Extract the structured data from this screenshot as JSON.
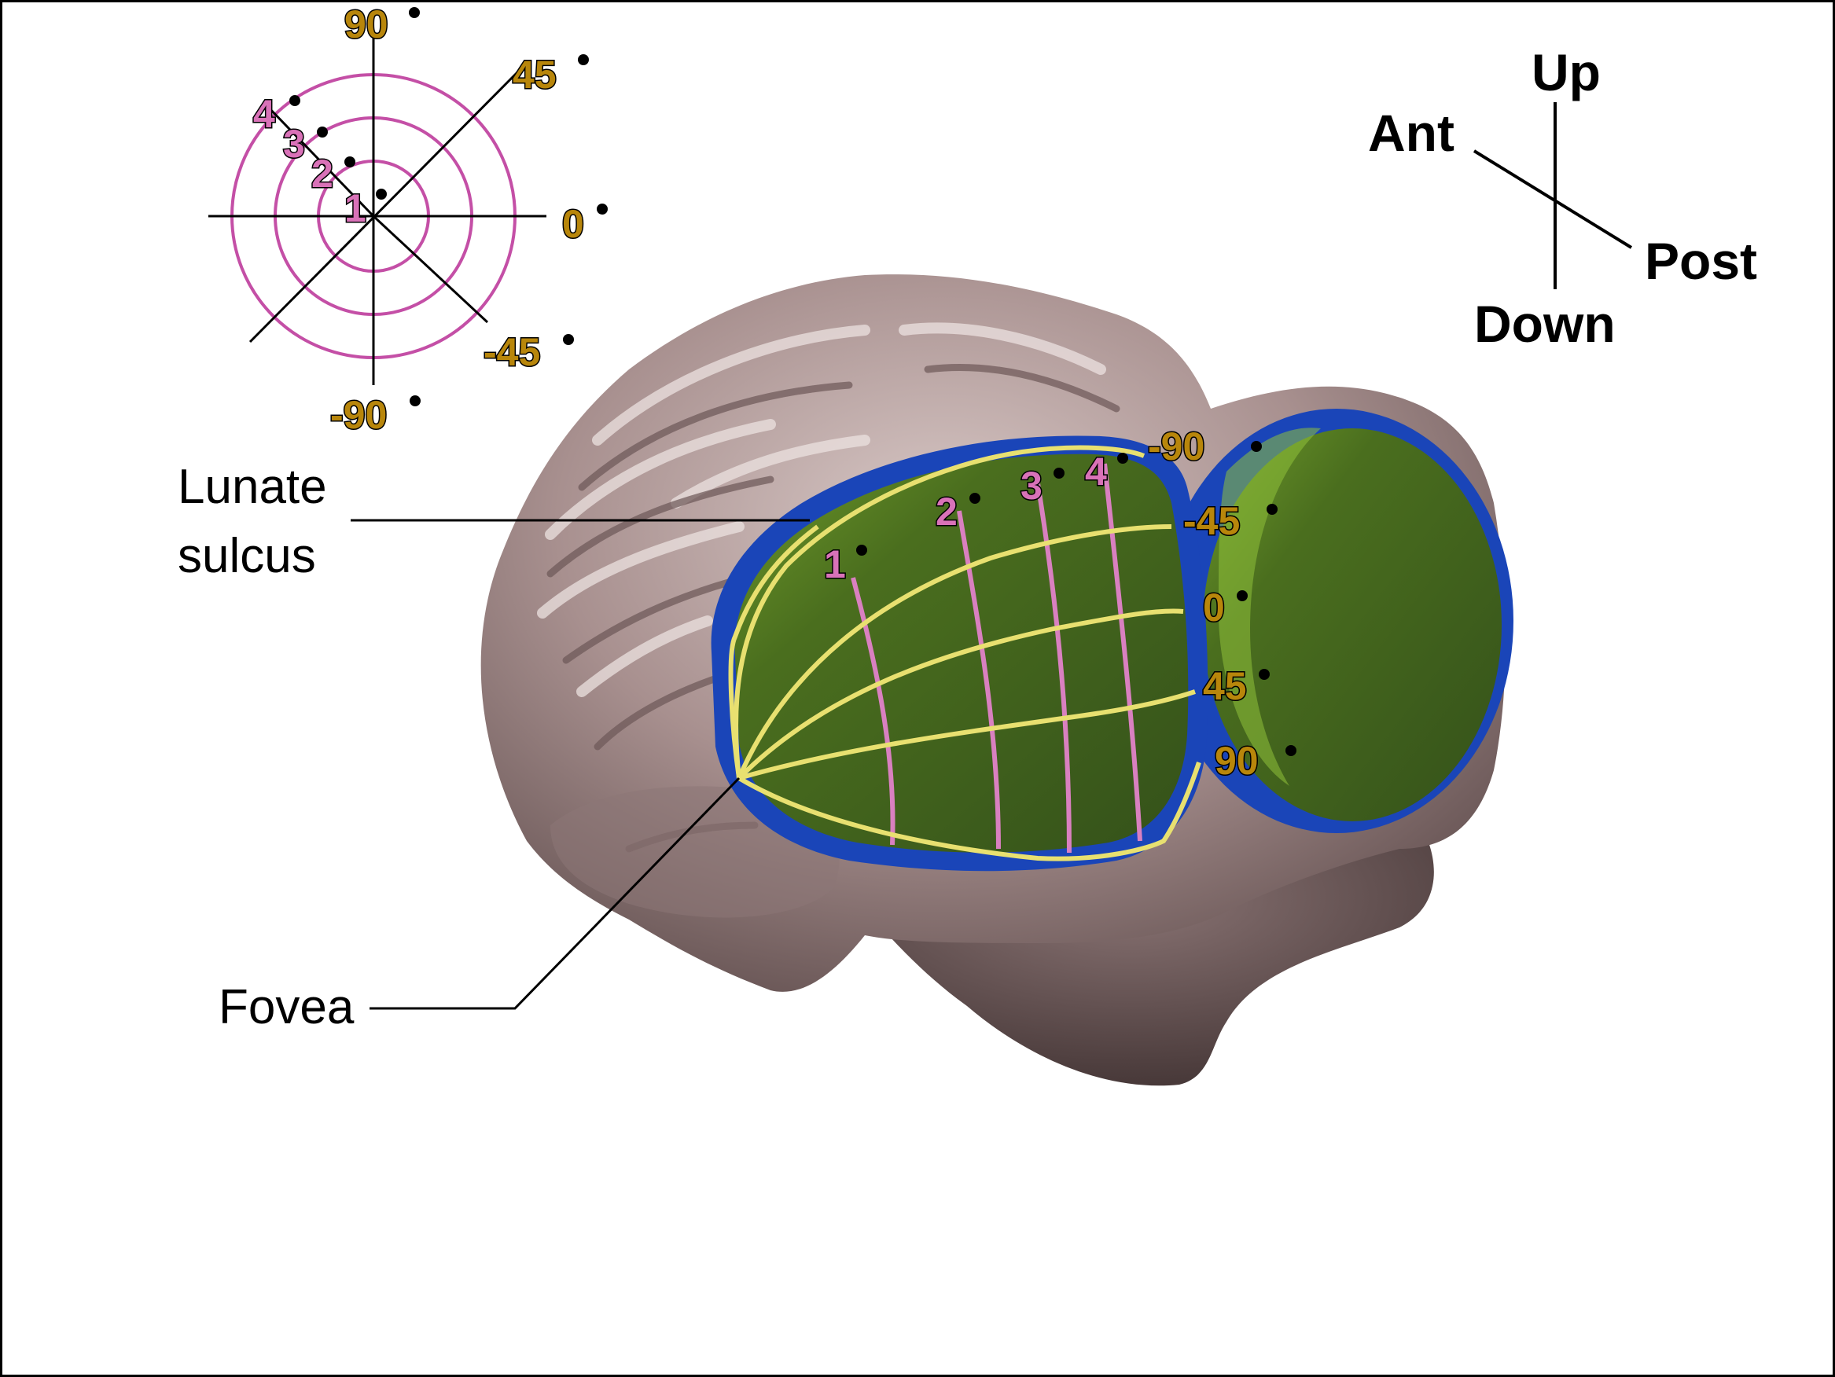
{
  "labels": {
    "lunate_line1": "Lunate",
    "lunate_line2": "sulcus",
    "fovea": "Fovea"
  },
  "orientation": {
    "up": "Up",
    "down": "Down",
    "ant": "Ant",
    "post": "Post"
  },
  "polar_legend": {
    "angles": {
      "a90": "90",
      "a45": "45",
      "a0": "0",
      "am45": "-45",
      "am90": "-90"
    },
    "eccentricities": {
      "e1": "1",
      "e2": "2",
      "e3": "3",
      "e4": "4"
    }
  },
  "cortex_map": {
    "angles": {
      "am90": "-90",
      "am45": "-45",
      "a0": "0",
      "a45": "45",
      "a90": "90"
    },
    "eccentricities": {
      "e1": "1",
      "e2": "2",
      "e3": "3",
      "e4": "4"
    }
  },
  "colors": {
    "brain": "#a8908f",
    "brain_dark": "#4e3f3f",
    "visual_area": "#3f5e1c",
    "border_blue": "#1a45b8",
    "iso_angle": "#e8e070",
    "iso_ecc": "#d980c0",
    "angle_text": "#b8860b",
    "ecc_text": "#d972b8"
  }
}
